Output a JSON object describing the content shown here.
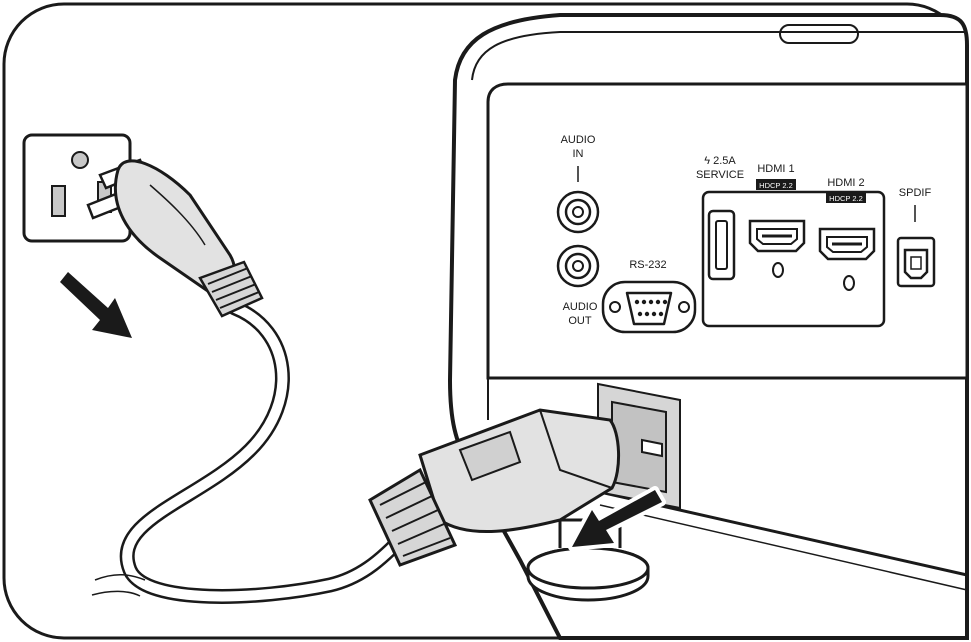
{
  "ports": {
    "audio_in_label": [
      "AUDIO",
      "IN"
    ],
    "audio_out_label": [
      "AUDIO",
      "OUT"
    ],
    "rs232_label": "RS-232",
    "service_label": [
      "ϟ 2.5A",
      "SERVICE"
    ],
    "hdmi1_label": "HDMI 1",
    "hdmi1_badge": "HDCP 2.2",
    "hdmi2_label": "HDMI 2",
    "hdmi2_badge": "HDCP 2.2",
    "spdif_label": "SPDIF"
  },
  "colors": {
    "outline": "#1a1a1a",
    "panel_gray": "#c8c8c8",
    "plug_gray": "#e2e2e2",
    "socket_gray": "#d6d6d6"
  }
}
